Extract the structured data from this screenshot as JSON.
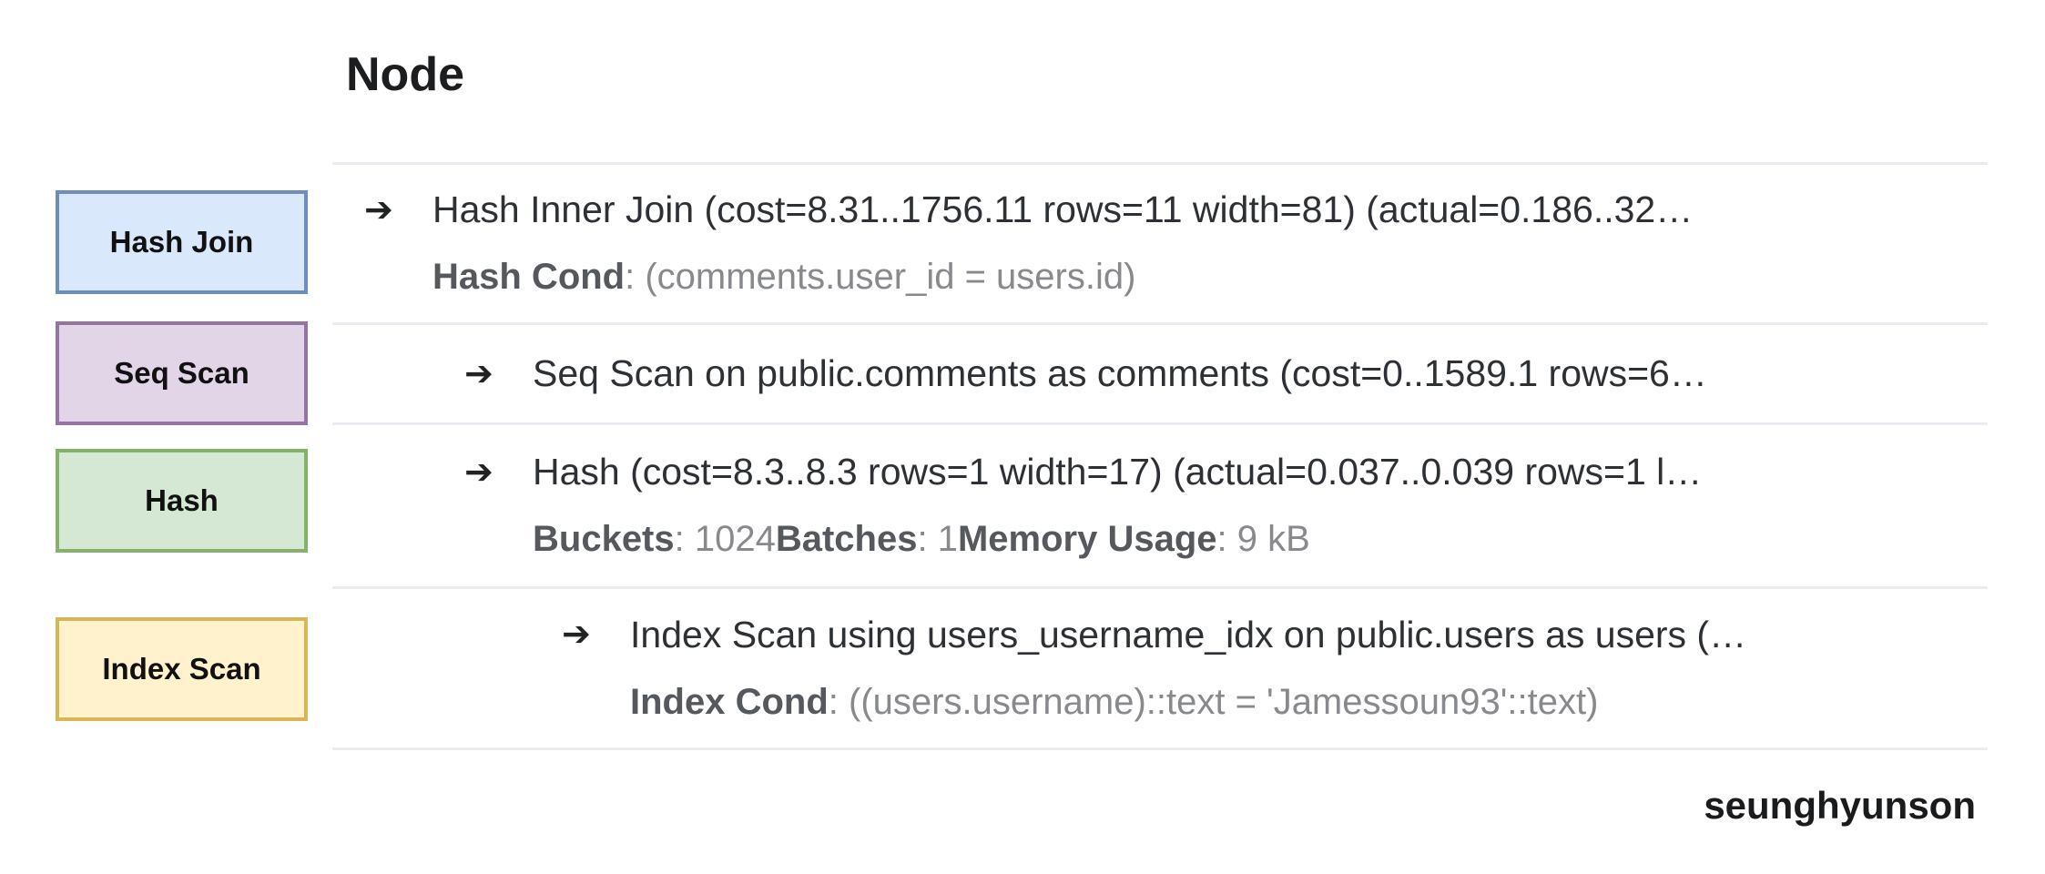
{
  "header": {
    "node_column_label": "Node"
  },
  "arrow_glyph": "➔",
  "watermark": "seunghyunson",
  "legend": [
    {
      "label": "Hash Join",
      "fill": "#dae8fc",
      "stroke": "#6c8ebf"
    },
    {
      "label": "Seq Scan",
      "fill": "#e1d5e7",
      "stroke": "#9673a6"
    },
    {
      "label": "Hash",
      "fill": "#d5e8d4",
      "stroke": "#82b366"
    },
    {
      "label": "Index Scan",
      "fill": "#fff2cc",
      "stroke": "#d6b656"
    }
  ],
  "colors": {
    "separator": "#e9ecf0",
    "main_text": "#2d3135",
    "detail_label": "#55585c",
    "detail_value": "#87898d"
  },
  "table": {
    "rows": [
      {
        "level": 0,
        "text": "Hash Inner Join (cost=8.31..1756.11 rows=11 width=81) (actual=0.186..32…",
        "details": [
          [
            {
              "t": "Hash Cond",
              "b": true
            },
            {
              "t": ": (comments.user_id = users.id)",
              "b": false
            }
          ]
        ]
      },
      {
        "level": 1,
        "text": "Seq Scan on public.comments as comments (cost=0..1589.1 rows=6…",
        "details": []
      },
      {
        "level": 1,
        "text": "Hash (cost=8.3..8.3 rows=1 width=17) (actual=0.037..0.039 rows=1 l…",
        "details": [
          [
            {
              "t": "Buckets",
              "b": true
            },
            {
              "t": ": 1024 ",
              "b": false
            },
            {
              "t": "Batches",
              "b": true
            },
            {
              "t": ": 1 ",
              "b": false
            },
            {
              "t": "Memory Usage",
              "b": true
            },
            {
              "t": ": 9 kB",
              "b": false
            }
          ]
        ]
      },
      {
        "level": 2,
        "text": "Index Scan using users_username_idx on public.users as users (…",
        "details": [
          [
            {
              "t": "Index Cond",
              "b": true
            },
            {
              "t": ": ((users.username)::text = 'Jamessoun93'::text)",
              "b": false
            }
          ]
        ]
      }
    ]
  }
}
